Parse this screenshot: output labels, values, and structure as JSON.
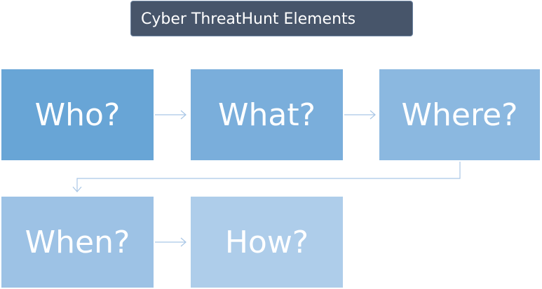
{
  "title": "Cyber ThreatHunt Elements",
  "steps": [
    {
      "label": "Who?",
      "color": "#68a5d6"
    },
    {
      "label": "What?",
      "color": "#7aaedb"
    },
    {
      "label": "Where?",
      "color": "#8bb8e0"
    },
    {
      "label": "When?",
      "color": "#9dc2e5"
    },
    {
      "label": "How?",
      "color": "#aecdea"
    }
  ],
  "connector_color": "#a9c6e6"
}
